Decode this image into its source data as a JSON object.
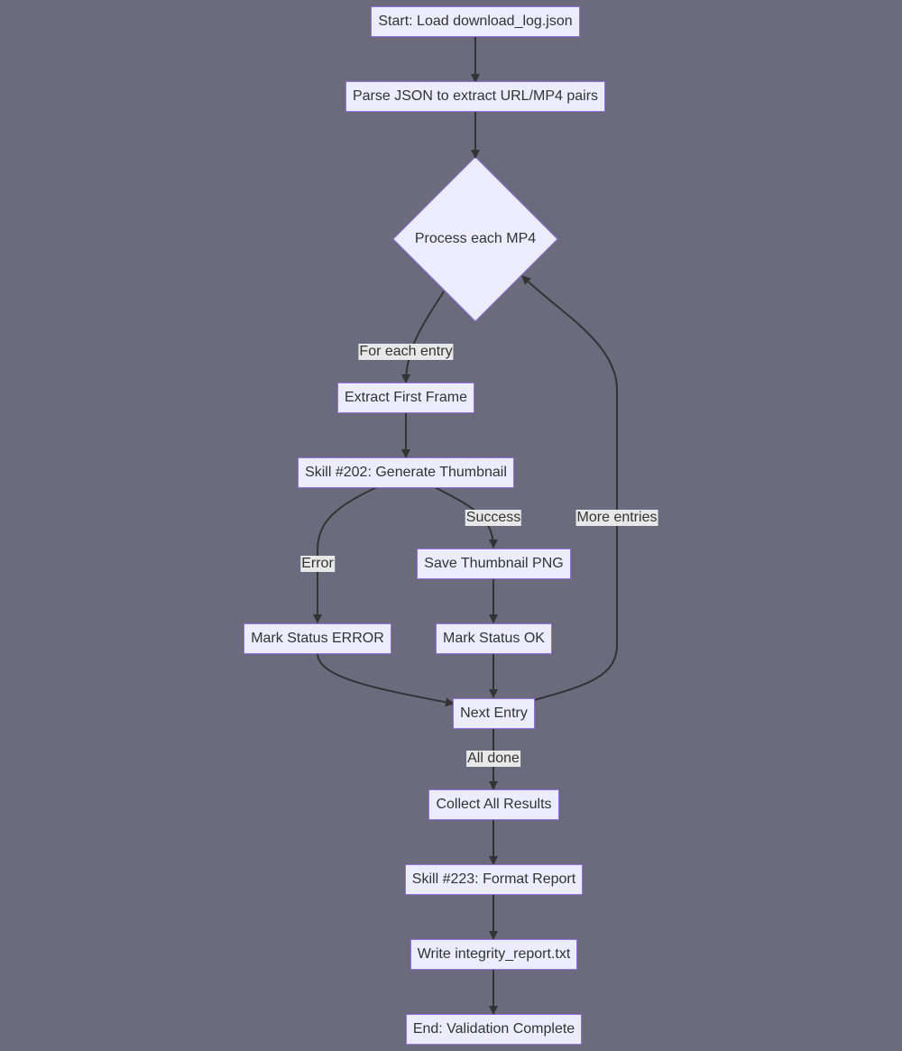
{
  "nodes": {
    "start": "Start: Load download_log.json",
    "parse": "Parse JSON to extract URL/MP4 pairs",
    "process": "Process each MP4",
    "extract": "Extract First Frame",
    "generate": "Skill #202: Generate Thumbnail",
    "save": "Save Thumbnail PNG",
    "mark_error": "Mark Status ERROR",
    "mark_ok": "Mark Status OK",
    "next": "Next Entry",
    "collect": "Collect All Results",
    "format": "Skill #223: Format Report",
    "write": "Write integrity_report.txt",
    "end": "End: Validation Complete"
  },
  "edge_labels": {
    "for_each": "For each entry",
    "success": "Success",
    "error": "Error",
    "more": "More entries",
    "all_done": "All done"
  },
  "colors": {
    "background": "#6b6b7d",
    "node_fill": "#ececff",
    "node_border": "#9370db",
    "edge": "#333333",
    "label_bg": "#e8e8e8"
  }
}
